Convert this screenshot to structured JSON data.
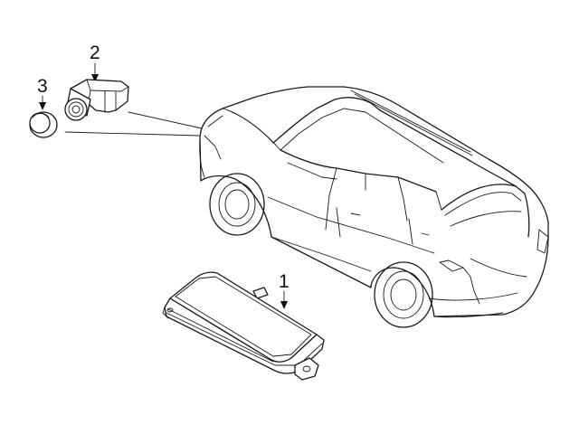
{
  "callouts": [
    {
      "number": "1",
      "part": "control-module"
    },
    {
      "number": "2",
      "part": "parking-sensor"
    },
    {
      "number": "3",
      "part": "sensor-bezel"
    }
  ],
  "colors": {
    "line": "#1a1a1a",
    "background": "#ffffff"
  }
}
